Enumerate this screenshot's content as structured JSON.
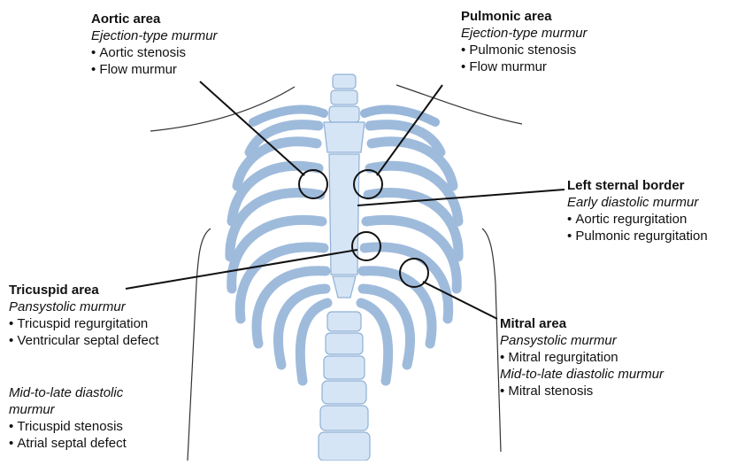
{
  "colors": {
    "bone_fill": "#d6e5f5",
    "bone_stroke": "#8fb0d6",
    "outline": "#333333",
    "marker": "#111111"
  },
  "aortic": {
    "title": "Aortic area",
    "subtitle": "Ejection-type murmur",
    "items": [
      "Aortic stenosis",
      "Flow murmur"
    ]
  },
  "pulmonic": {
    "title": "Pulmonic area",
    "subtitle": "Ejection-type murmur",
    "items": [
      "Pulmonic stenosis",
      "Flow murmur"
    ]
  },
  "left_sternal_border": {
    "title": "Left sternal border",
    "subtitle": "Early diastolic murmur",
    "items": [
      "Aortic regurgitation",
      "Pulmonic regurgitation"
    ]
  },
  "tricuspid": {
    "title": "Tricuspid area",
    "subtitle": "Pansystolic murmur",
    "items": [
      "Tricuspid regurgitation",
      "Ventricular septal defect"
    ],
    "subtitle2": "Mid-to-late diastolic murmur",
    "items2": [
      "Tricuspid stenosis",
      "Atrial septal defect"
    ]
  },
  "mitral": {
    "title": "Mitral area",
    "subtitle": "Pansystolic murmur",
    "items": [
      "Mitral regurgitation"
    ],
    "subtitle2": "Mid-to-late diastolic murmur",
    "items2": [
      "Mitral stenosis"
    ]
  }
}
